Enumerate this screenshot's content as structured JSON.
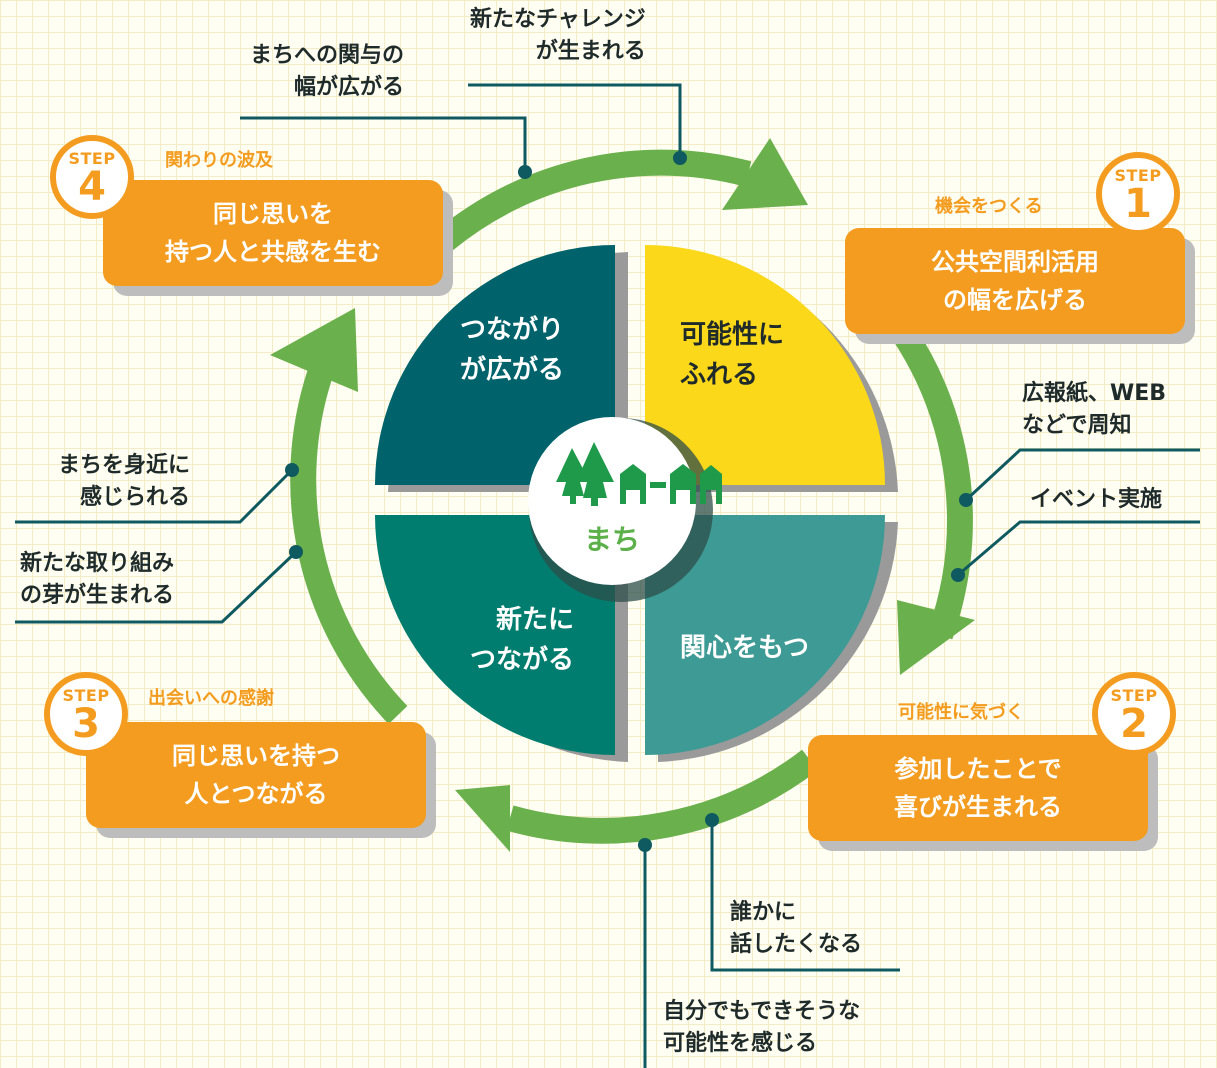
{
  "center": {
    "label": "まち",
    "icon": "town-trees-houses-icon"
  },
  "quadrants": {
    "top_left": {
      "line1": "つながり",
      "line2": "が広がる",
      "color": "#00626a"
    },
    "top_right": {
      "line1": "可能性に",
      "line2": "ふれる",
      "color": "#fbd819"
    },
    "bottom_right": {
      "line1": "関心をもつ",
      "color": "#3e9a94"
    },
    "bottom_left": {
      "line1": "新たに",
      "line2": "つながる",
      "color": "#007d6e"
    }
  },
  "steps": [
    {
      "badge": "STEP",
      "number": "1",
      "title": "機会をつくる",
      "line1": "公共空間利活用",
      "line2": "の幅を広げる"
    },
    {
      "badge": "STEP",
      "number": "2",
      "title": "可能性に気づく",
      "line1": "参加したことで",
      "line2": "喜びが生まれる"
    },
    {
      "badge": "STEP",
      "number": "3",
      "title": "出会いへの感謝",
      "line1": "同じ思いを持つ",
      "line2": "人とつながる"
    },
    {
      "badge": "STEP",
      "number": "4",
      "title": "関わりの波及",
      "line1": "同じ思いを",
      "line2": "持つ人と共感を生む"
    }
  ],
  "annotations": {
    "new_challenge": {
      "line1": "新たなチャレンジ",
      "line2": "が生まれる"
    },
    "town_involvement": {
      "line1": "まちへの関与の",
      "line2": "幅が広がる"
    },
    "pr_web": {
      "line1": "広報紙、WEB",
      "line2": "などで周知"
    },
    "event": {
      "line1": "イベント実施"
    },
    "town_close": {
      "line1": "まちを身近に",
      "line2": "感じられる"
    },
    "new_efforts": {
      "line1": "新たな取り組み",
      "line2": "の芽が生まれる"
    },
    "tell_someone": {
      "line1": "誰かに",
      "line2": "話したくなる"
    },
    "can_do": {
      "line1": "自分でもできそうな",
      "line2": "可能性を感じる"
    }
  },
  "colors": {
    "arrow": "#6ab04c",
    "step_orange": "#f39c1f",
    "leader_line": "#0f5960",
    "shadow": "#bdbdbd"
  }
}
